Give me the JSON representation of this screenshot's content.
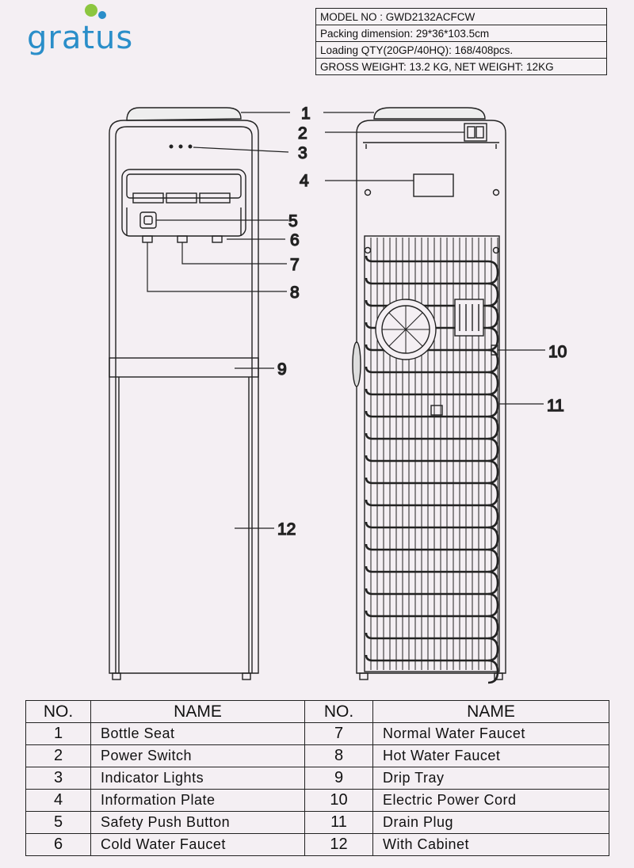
{
  "brand": {
    "name": "gratus",
    "accent": "#2a8ec9",
    "dot_green": "#8cc63f",
    "dot_blue": "#2a8ec9"
  },
  "specs": [
    "MODEL NO : GWD2132ACFCW",
    "Packing  dimension: 29*36*103.5cm",
    "Loading QTY(20GP/40HQ): 168/408pcs.",
    "GROSS WEIGHT: 13.2 KG, NET WEIGHT: 12KG"
  ],
  "callouts": [
    "1",
    "2",
    "3",
    "4",
    "5",
    "6",
    "7",
    "8",
    "9",
    "10",
    "11",
    "12"
  ],
  "parts_table": {
    "headers": [
      "NO.",
      "NAME",
      "NO.",
      "NAME"
    ],
    "rows": [
      [
        "1",
        "Bottle Seat",
        "7",
        "Normal Water Faucet"
      ],
      [
        "2",
        "Power Switch",
        "8",
        "Hot Water Faucet"
      ],
      [
        "3",
        "Indicator Lights",
        "9",
        "Drip Tray"
      ],
      [
        "4",
        "Information Plate",
        "10",
        "Electric Power Cord"
      ],
      [
        "5",
        "Safety Push Button",
        "11",
        "Drain Plug"
      ],
      [
        "6",
        "Cold Water Faucet",
        "12",
        "With Cabinet"
      ]
    ]
  }
}
